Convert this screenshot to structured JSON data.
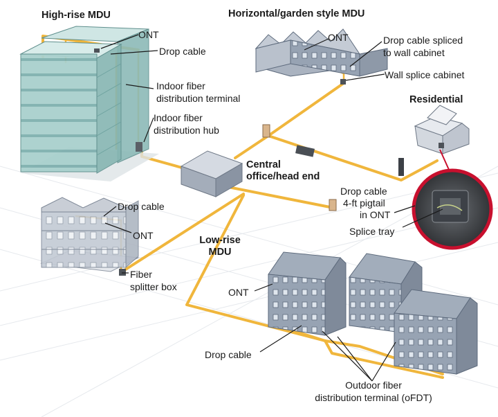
{
  "colors": {
    "cable": "#f0b63c",
    "glass_tower": "#9fc8c6",
    "building_blue": "#8d9aab",
    "building_light": "#c9ced6",
    "callout_ring": "#c8102e"
  },
  "headings": {
    "high_rise": "High-rise MDU",
    "horizontal": "Horizontal/garden style MDU",
    "residential": "Residential",
    "central_1": "Central",
    "central_2": "office/head end",
    "low_rise_1": "Low-rise",
    "low_rise_2": "MDU"
  },
  "labels": {
    "hr_ont": "ONT",
    "hr_drop_cable": "Drop cable",
    "hr_indoor_terminal_1": "Indoor fiber",
    "hr_indoor_terminal_2": "distribution terminal",
    "hr_indoor_hub_1": "Indoor fiber",
    "hr_indoor_hub_2": "distribution hub",
    "hz_ont": "ONT",
    "hz_spliced_1": "Drop cable spliced",
    "hz_spliced_2": "to wall cabinet",
    "hz_wall_cabinet": "Wall splice cabinet",
    "res_drop_1": "Drop cable",
    "res_drop_2": "4-ft pigtail",
    "res_drop_3": "in ONT",
    "res_splice_tray": "Splice tray",
    "lr_drop_cable": "Drop cable",
    "lr_ont": "ONT",
    "lr_splitter_1": "Fiber",
    "lr_splitter_2": "splitter box",
    "big_ont": "ONT",
    "big_drop_cable": "Drop cable",
    "ofdt_1": "Outdoor fiber",
    "ofdt_2": "distribution terminal (oFDT)"
  }
}
